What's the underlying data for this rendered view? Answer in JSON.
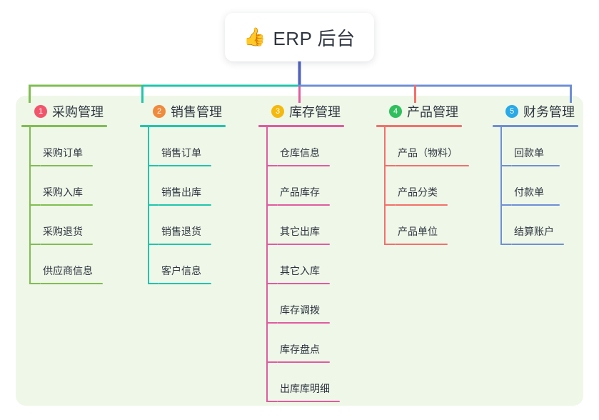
{
  "root": {
    "icon": "thumbs-up-icon",
    "icon_glyph": "👍",
    "title": "ERP 后台"
  },
  "colors": {
    "panel_bg": "#EFF7E9",
    "page_bg": "#FFFFFF",
    "stem": "#4F62C0",
    "text": "#2F3640",
    "branch_1": "#7FBE50",
    "branch_2": "#1FC6AC",
    "branch_3": "#E05BA0",
    "branch_4": "#F4706A",
    "branch_5": "#6E8FD6",
    "badge_1": "#F2556B",
    "badge_2": "#F08A3C",
    "badge_3": "#F5B90D",
    "badge_4": "#2FBF5C",
    "badge_5": "#29A9E8"
  },
  "branches": [
    {
      "number": "1",
      "title": "采购管理",
      "color": "#7FBE50",
      "badge_color": "#F2556B",
      "head_rule_width": 120,
      "items": [
        {
          "label": "采购订单",
          "rule_width": 74
        },
        {
          "label": "采购入库",
          "rule_width": 74
        },
        {
          "label": "采购退货",
          "rule_width": 74
        },
        {
          "label": "供应商信息",
          "rule_width": 88
        }
      ]
    },
    {
      "number": "2",
      "title": "销售管理",
      "color": "#1FC6AC",
      "badge_color": "#F08A3C",
      "head_rule_width": 120,
      "items": [
        {
          "label": "销售订单",
          "rule_width": 74
        },
        {
          "label": "销售出库",
          "rule_width": 74
        },
        {
          "label": "销售退货",
          "rule_width": 74
        },
        {
          "label": "客户信息",
          "rule_width": 74
        }
      ]
    },
    {
      "number": "3",
      "title": "库存管理",
      "color": "#E05BA0",
      "badge_color": "#F5B90D",
      "head_rule_width": 120,
      "items": [
        {
          "label": "仓库信息",
          "rule_width": 74
        },
        {
          "label": "产品库存",
          "rule_width": 74
        },
        {
          "label": "其它出库",
          "rule_width": 74
        },
        {
          "label": "其它入库",
          "rule_width": 74
        },
        {
          "label": "库存调拨",
          "rule_width": 74
        },
        {
          "label": "库存盘点",
          "rule_width": 74
        },
        {
          "label": "出库库明细",
          "rule_width": 88
        }
      ]
    },
    {
      "number": "4",
      "title": "产品管理",
      "color": "#F4706A",
      "badge_color": "#2FBF5C",
      "head_rule_width": 120,
      "items": [
        {
          "label": "产品（物料）",
          "rule_width": 104
        },
        {
          "label": "产品分类",
          "rule_width": 74
        },
        {
          "label": "产品单位",
          "rule_width": 74
        }
      ]
    },
    {
      "number": "5",
      "title": "财务管理",
      "color": "#6E8FD6",
      "badge_color": "#29A9E8",
      "head_rule_width": 120,
      "items": [
        {
          "label": "回款单",
          "rule_width": 68
        },
        {
          "label": "付款单",
          "rule_width": 68
        },
        {
          "label": "结算账户",
          "rule_width": 74
        }
      ]
    }
  ],
  "layout": {
    "column_x": [
      30,
      196,
      362,
      527,
      690
    ],
    "leaf_step": 55
  }
}
